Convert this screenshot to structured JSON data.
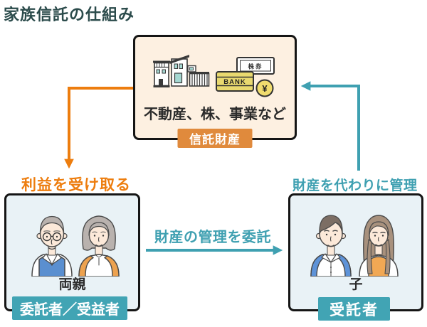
{
  "title": "家族信託の仕組み",
  "trust_asset_box": {
    "caption": "不動産、株、事業など",
    "badge": "信託財産"
  },
  "parents_box": {
    "caption": "両親",
    "badge": "委託者／受益者"
  },
  "children_box": {
    "caption": "子",
    "badge": "受託者"
  },
  "labels": {
    "receive_benefits": "利益を受け取る",
    "entrust_management": "財産の管理を委託",
    "manage_on_behalf": "財産を代わりに管理"
  },
  "icons": {
    "stock_certificate_label": "株券",
    "bank_card_label": "BANK",
    "yen_coin_label": "¥"
  },
  "colors": {
    "accent_orange": "#ed7d0e",
    "badge_orange": "#e08a3c",
    "accent_teal": "#3fa0b1",
    "badge_teal": "#41a4b4",
    "title_color": "#2b4b4b",
    "trust_box_fill": "#fdf0e1",
    "person_box_fill": "#e9f2f6",
    "border_color": "#151515"
  }
}
